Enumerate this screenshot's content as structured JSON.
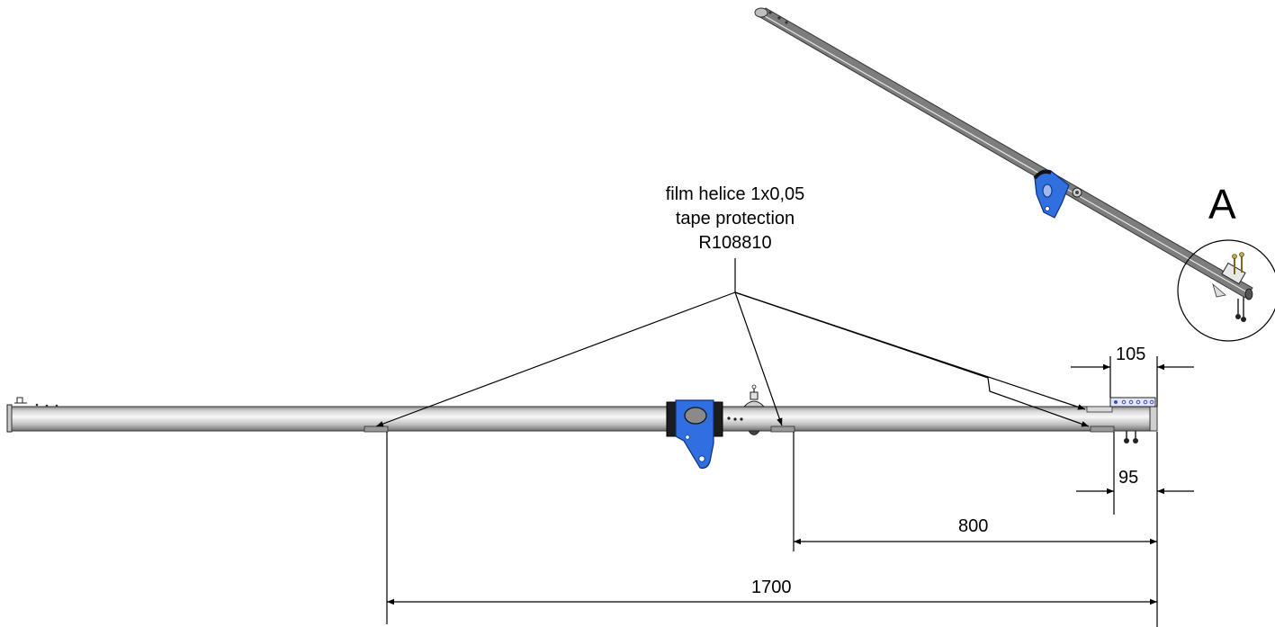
{
  "callout": {
    "line1": "film helice 1x0,05",
    "line2": "tape protection",
    "line3": "R108810"
  },
  "detail": {
    "label": "A"
  },
  "dimensions": {
    "d105": "105",
    "d95": "95",
    "d800": "800",
    "d1700": "1700"
  },
  "colors": {
    "tube_light": "#f2f2f2",
    "tube_mid": "#c9c9c9",
    "tube_dark": "#7a7a7a",
    "bracket_blue": "#2f6fe0",
    "tape_gray": "#9a9a9a"
  }
}
